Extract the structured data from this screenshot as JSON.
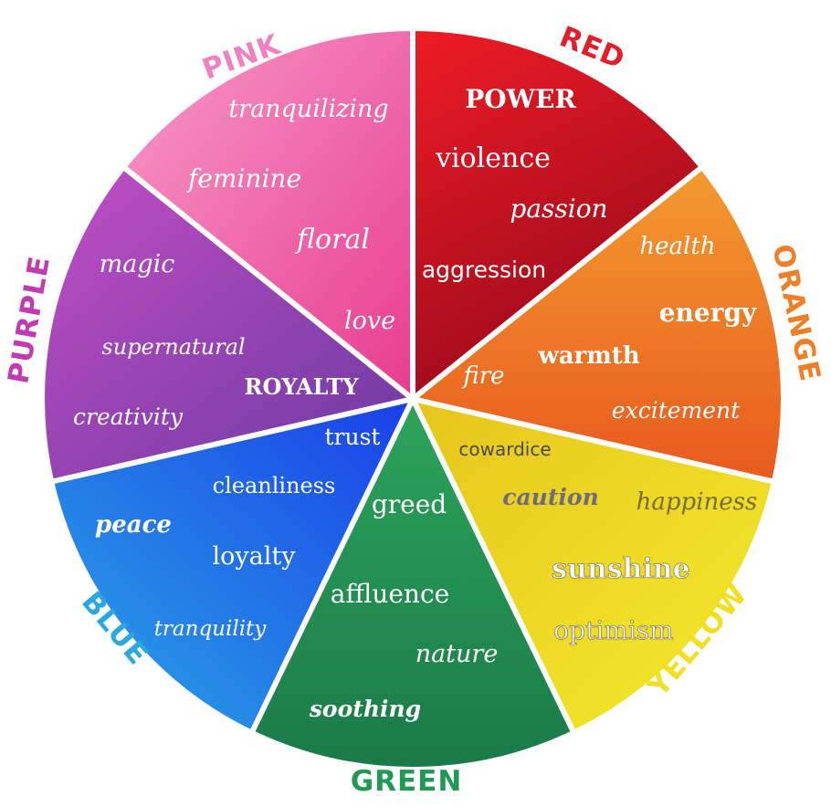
{
  "segments": [
    {
      "name": "red",
      "label": "RED",
      "label_color": "#e41d2b",
      "fill_start": "#ee1c25",
      "fill_end": "#9a0a1c",
      "words": [
        "POWER",
        "violence",
        "passion",
        "aggression"
      ]
    },
    {
      "name": "orange",
      "label": "ORANGE",
      "label_color": "#f07e27",
      "fill_start": "#f39a2f",
      "fill_end": "#e85a1e",
      "words": [
        "health",
        "energy",
        "warmth",
        "fire",
        "excitement"
      ]
    },
    {
      "name": "yellow",
      "label": "YELLOW",
      "label_color": "#f2df24",
      "fill_start": "#f4ec2c",
      "fill_end": "#e6c51d",
      "words": [
        "cowardice",
        "caution",
        "happiness",
        "sunshine",
        "optimism"
      ]
    },
    {
      "name": "green",
      "label": "GREEN",
      "label_color": "#1e9a55",
      "fill_start": "#2da45c",
      "fill_end": "#1a7a48",
      "words": [
        "greed",
        "affluence",
        "nature",
        "soothing"
      ]
    },
    {
      "name": "blue",
      "label": "BLUE",
      "label_color": "#2aa8e0",
      "fill_start": "#2ba7e5",
      "fill_end": "#1a3fe8",
      "words": [
        "trust",
        "cleanliness",
        "peace",
        "loyalty",
        "tranquility"
      ]
    },
    {
      "name": "purple",
      "label": "PURPLE",
      "label_color": "#c23ab0",
      "fill_start": "#c24ec6",
      "fill_end": "#6a3aa0",
      "words": [
        "magic",
        "supernatural",
        "ROYALTY",
        "creativity"
      ]
    },
    {
      "name": "pink",
      "label": "PINK",
      "label_color": "#f27fc0",
      "fill_start": "#f79ac9",
      "fill_end": "#e83c8f",
      "words": [
        "tranquilizing",
        "feminine",
        "floral",
        "love"
      ]
    }
  ]
}
